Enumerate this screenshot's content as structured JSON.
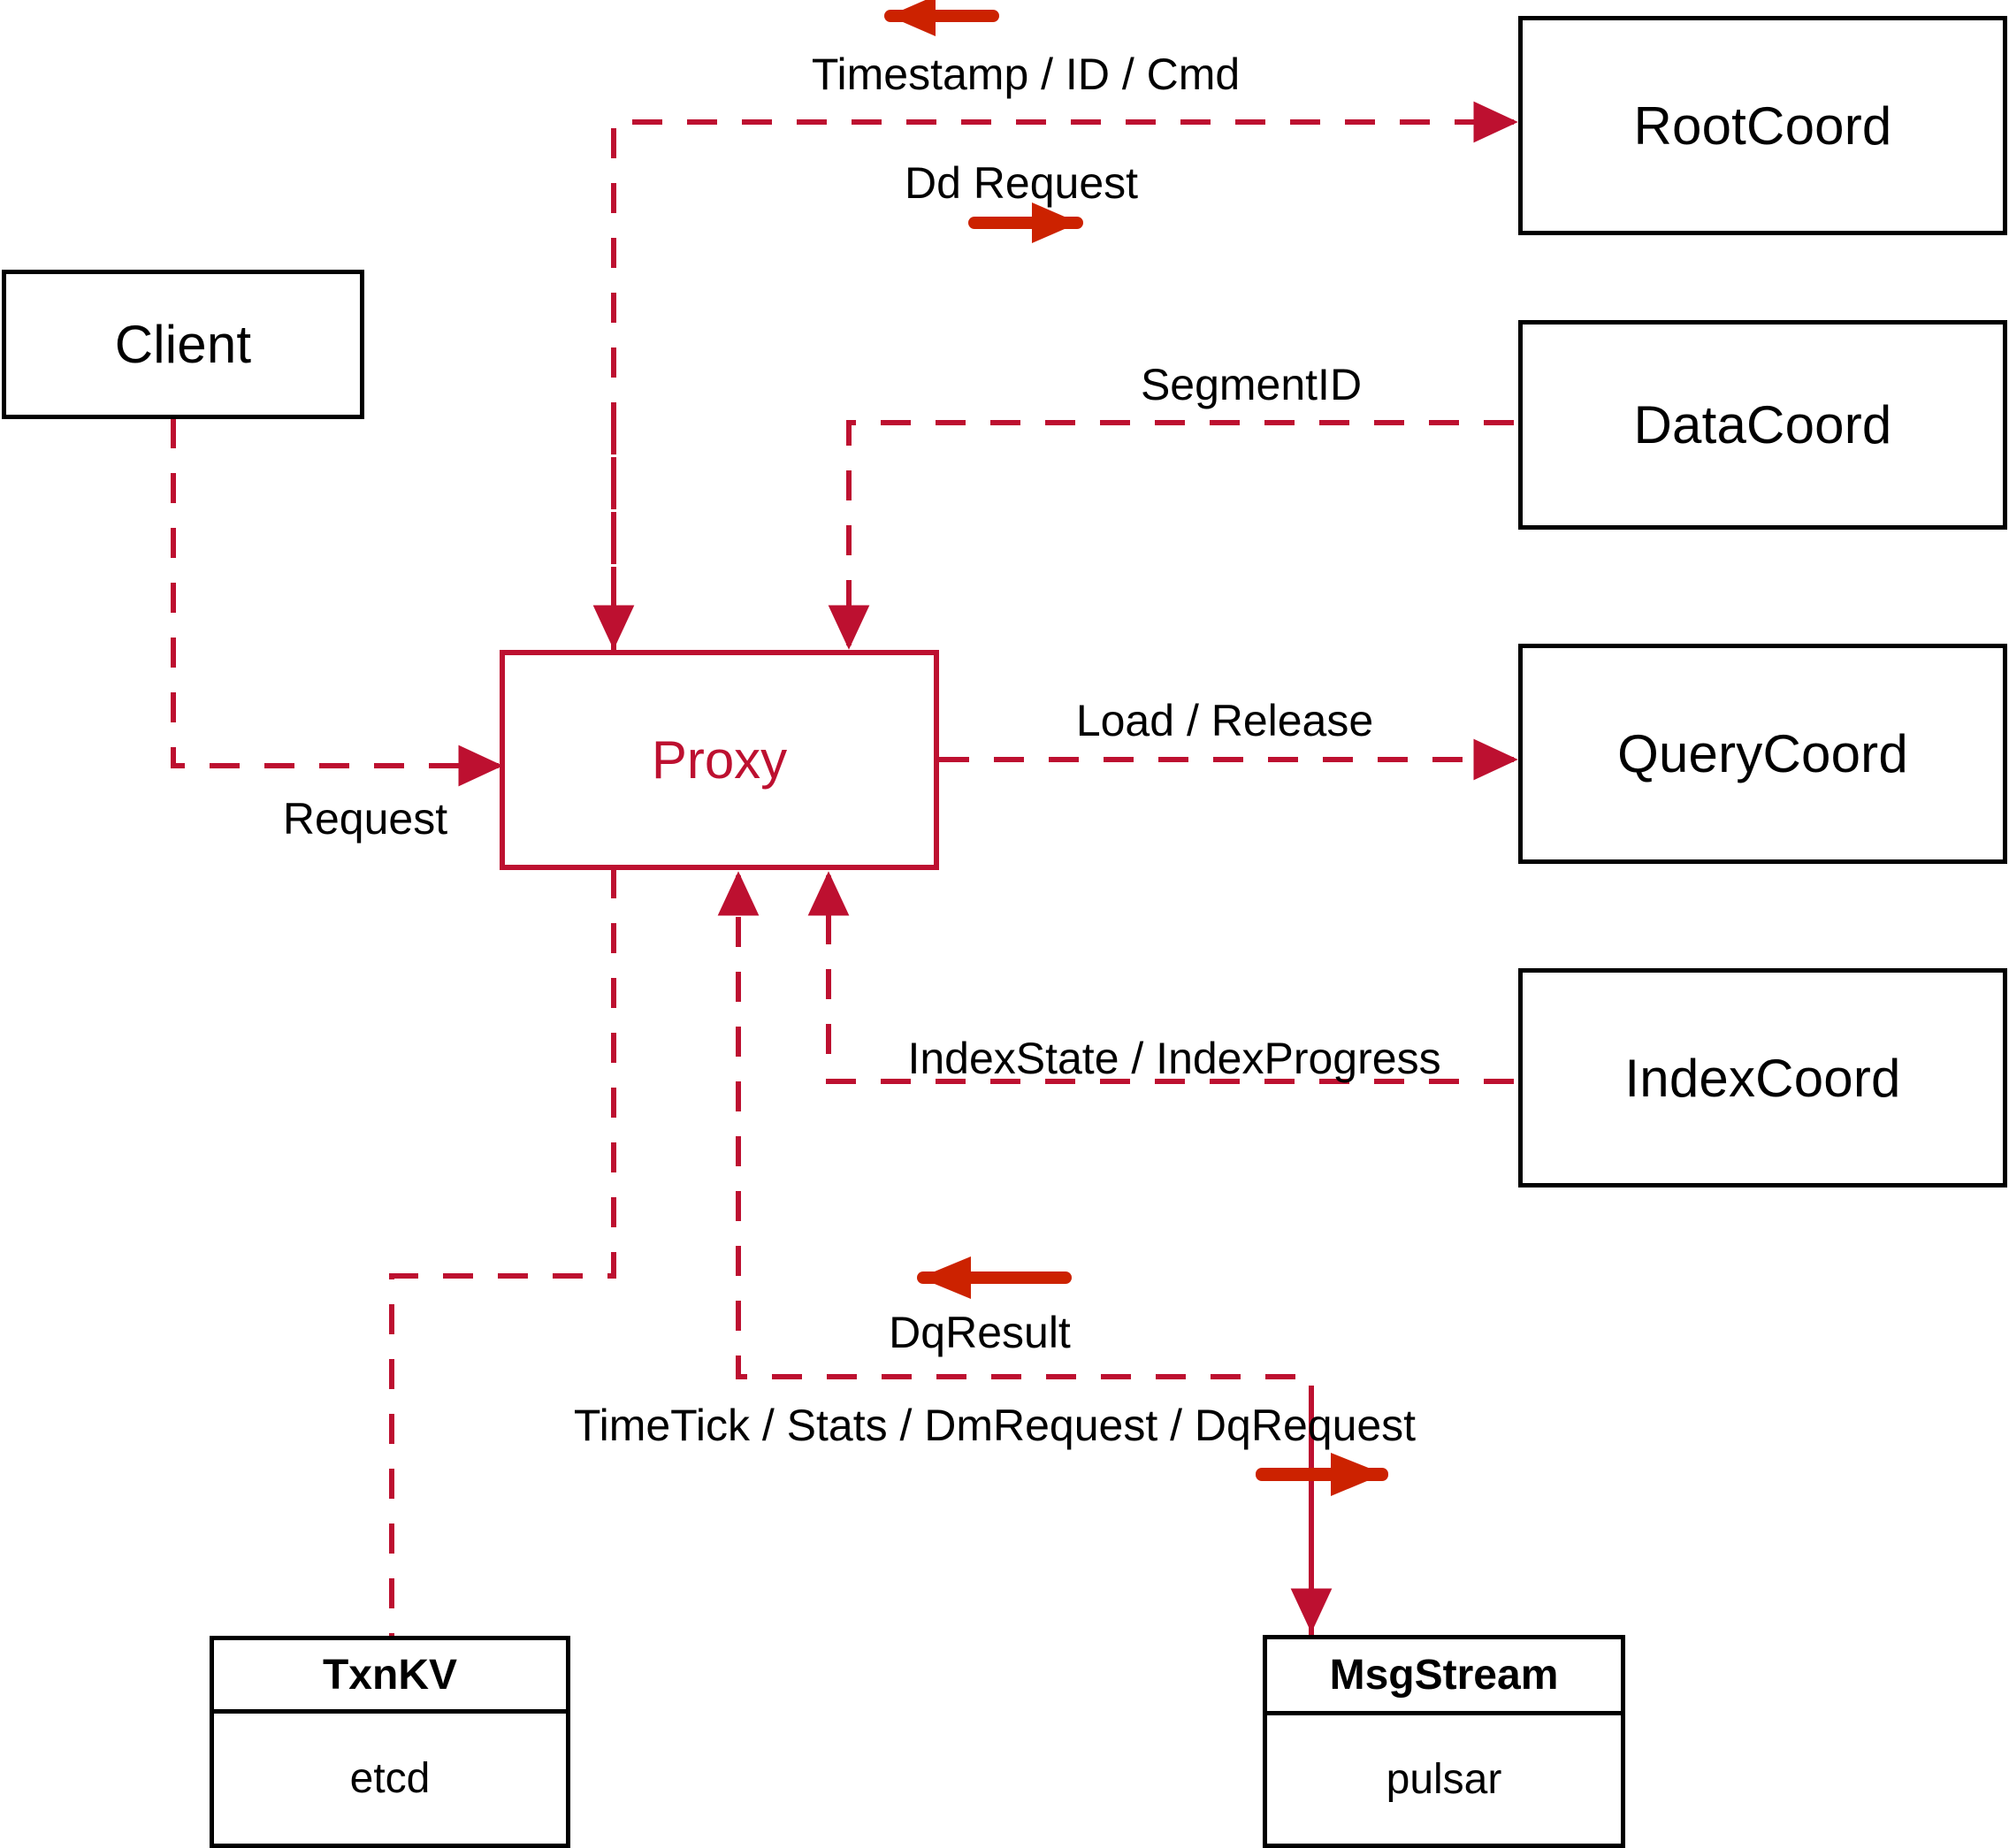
{
  "diagram": {
    "title": "Proxy component interaction diagram",
    "colors": {
      "node_stroke": "#000000",
      "proxy_stroke": "#BD1030",
      "dashed_edge": "#BD1030",
      "annotation_arrow": "#CC2200",
      "background": "#FFFFFF"
    },
    "nodes": [
      {
        "id": "client",
        "label": "Client"
      },
      {
        "id": "proxy",
        "label": "Proxy"
      },
      {
        "id": "rootcoord",
        "label": "RootCoord"
      },
      {
        "id": "datacoord",
        "label": "DataCoord"
      },
      {
        "id": "querycoord",
        "label": "QueryCoord"
      },
      {
        "id": "indexcoord",
        "label": "IndexCoord"
      }
    ],
    "split_nodes": [
      {
        "id": "txnkv",
        "header": "TxnKV",
        "body": "etcd"
      },
      {
        "id": "msgstream",
        "header": "MsgStream",
        "body": "pulsar"
      }
    ],
    "edge_labels": [
      {
        "id": "timestamp-id-cmd",
        "text": "Timestamp / ID / Cmd"
      },
      {
        "id": "dd-request",
        "text": "Dd Request"
      },
      {
        "id": "segmentid",
        "text": "SegmentID"
      },
      {
        "id": "request",
        "text": "Request"
      },
      {
        "id": "load-release",
        "text": "Load / Release"
      },
      {
        "id": "indexstate",
        "text": "IndexState / IndexProgress"
      },
      {
        "id": "dqresult",
        "text": "DqResult"
      },
      {
        "id": "timetick",
        "text": "TimeTick / Stats / DmRequest / DqRequest"
      }
    ],
    "direction_arrows": [
      {
        "id": "timestamp-arrow",
        "direction": "left"
      },
      {
        "id": "dd-request-arrow",
        "direction": "right"
      },
      {
        "id": "dqresult-arrow",
        "direction": "left"
      },
      {
        "id": "timetick-arrow",
        "direction": "right"
      }
    ]
  }
}
